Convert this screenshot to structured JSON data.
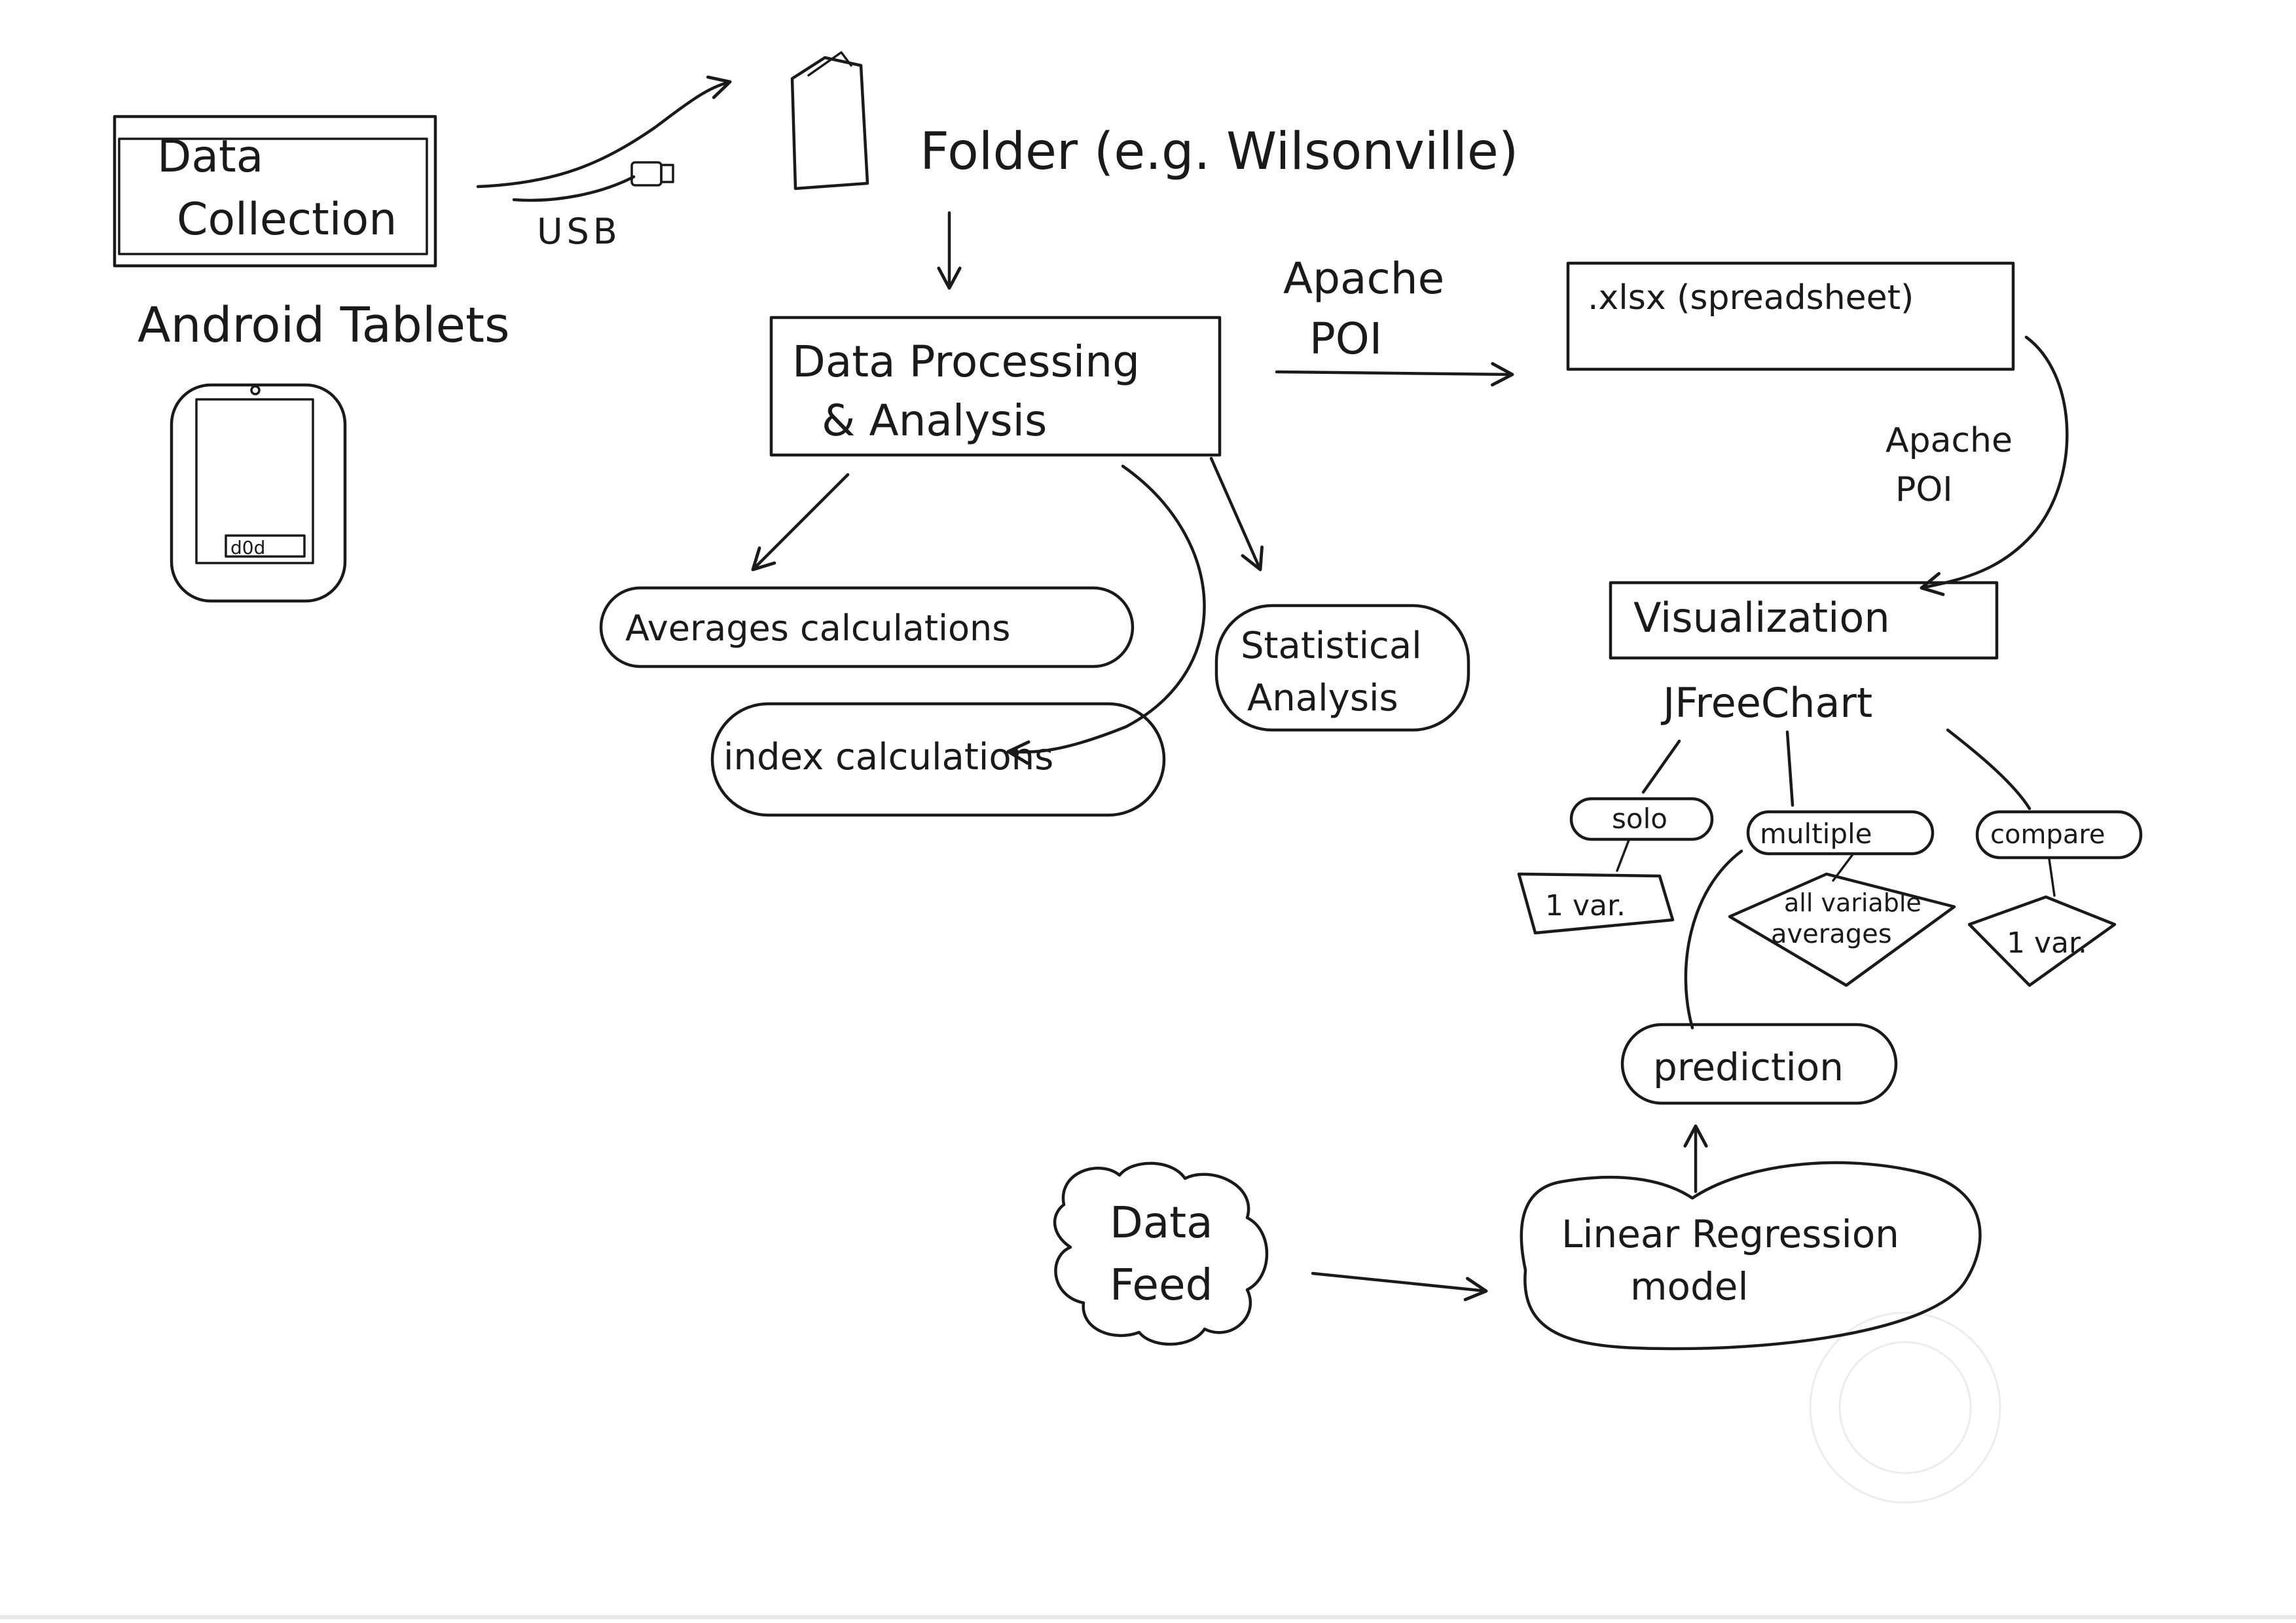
{
  "nodes": {
    "data_collection": [
      "Data",
      "Collection"
    ],
    "android_tablets": "Android Tablets",
    "tablet_button": "d0d",
    "usb": "USB",
    "folder": "Folder (e.g. Wilsonville)",
    "data_processing": [
      "Data Processing",
      "& Analysis"
    ],
    "apache_poi_1": [
      "Apache",
      "POI"
    ],
    "xlsx": ".xlsx (spreadsheet)",
    "apache_poi_2": [
      "Apache",
      "POI"
    ],
    "averages": "Averages calculations",
    "statistical": [
      "Statistical",
      "Analysis"
    ],
    "index": "index calculations",
    "visualization": "Visualization",
    "jfreechart": "JFreeChart",
    "solo": "solo",
    "multiple": "multiple",
    "compare": "compare",
    "solo_var": "1 var.",
    "all_var": [
      "all variable",
      "averages"
    ],
    "compare_var": "1 var.",
    "prediction": "prediction",
    "data_feed": [
      "Data",
      "Feed"
    ],
    "linear_regression": [
      "Linear Regression",
      "model"
    ]
  },
  "colors": {
    "ink": "#1a1a1a",
    "paper": "#ffffff"
  }
}
